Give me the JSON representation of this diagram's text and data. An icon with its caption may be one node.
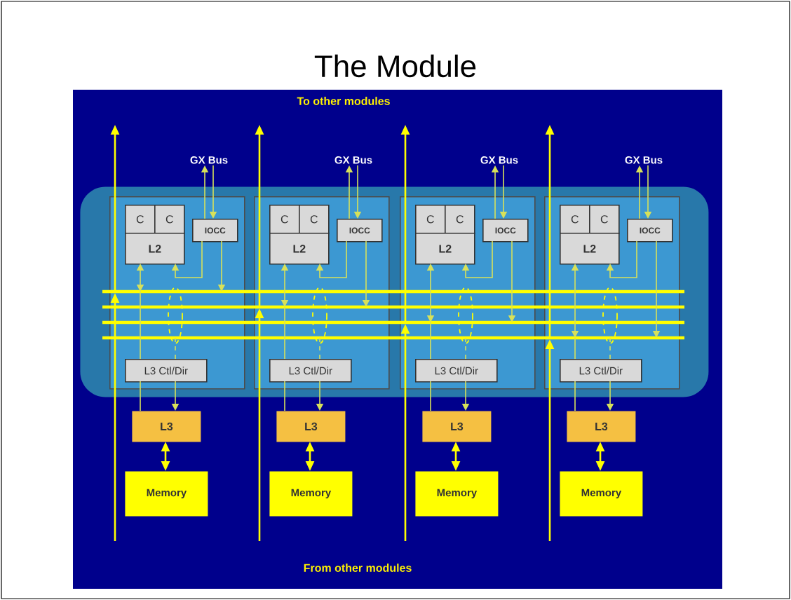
{
  "diagram": {
    "title": "The Module",
    "nodes": [
      {
        "text": [],
        "shape": "box"
      },
      {
        "text": [],
        "shape": "bar",
        "in": 0
      },
      {
        "text": [],
        "shape": "box",
        "in": 0
      },
      {
        "text": [
          "C"
        ],
        "in": 2
      },
      {
        "text": [
          "C"
        ],
        "in": 2
      },
      {
        "text": [
          "L2"
        ],
        "in": 2
      },
      {
        "text": [
          "IOCC"
        ],
        "in": 2
      },
      {
        "text": [
          "L3 Ctl/Dir"
        ],
        "in": 2
      },
      {
        "text": [
          "L3"
        ]
      },
      {
        "text": [
          "Memory"
        ]
      },
      {
        "text": [
          "GX Bus"
        ]
      },
      {
        "text": [],
        "shape": "box",
        "in": 0
      },
      {
        "text": [
          "C"
        ],
        "in": 11
      },
      {
        "text": [
          "C"
        ],
        "in": 11
      },
      {
        "text": [
          "L2"
        ],
        "in": 11
      },
      {
        "text": [
          "IOCC"
        ],
        "in": 11
      },
      {
        "text": [
          "L3 Ctl/Dir"
        ],
        "in": 11
      },
      {
        "text": [
          "L3"
        ]
      },
      {
        "text": [
          "Memory"
        ]
      },
      {
        "text": [
          "GX Bus"
        ]
      },
      {
        "text": [],
        "shape": "box",
        "in": 0
      },
      {
        "text": [
          "C"
        ],
        "in": 20
      },
      {
        "text": [
          "C"
        ],
        "in": 20
      },
      {
        "text": [
          "L2"
        ],
        "in": 20
      },
      {
        "text": [
          "IOCC"
        ],
        "in": 20
      },
      {
        "text": [
          "L3 Ctl/Dir"
        ],
        "in": 20
      },
      {
        "text": [
          "L3"
        ]
      },
      {
        "text": [
          "Memory"
        ]
      },
      {
        "text": [
          "GX Bus"
        ]
      },
      {
        "text": [],
        "shape": "box",
        "in": 0
      },
      {
        "text": [
          "C"
        ],
        "in": 29
      },
      {
        "text": [
          "C"
        ],
        "in": 29
      },
      {
        "text": [
          "L2"
        ],
        "in": 29
      },
      {
        "text": [
          "IOCC"
        ],
        "in": 29
      },
      {
        "text": [
          "L3 Ctl/Dir"
        ],
        "in": 29
      },
      {
        "text": [
          "L3"
        ]
      },
      {
        "text": [
          "Memory"
        ]
      },
      {
        "text": [
          "GX Bus"
        ]
      }
    ],
    "edges": [
      {
        "from": 6,
        "to": 10,
        "arrow": "to"
      },
      {
        "from": 10,
        "to": 6,
        "arrow": "to"
      },
      {
        "from": 6,
        "to": 5,
        "arrow": "to"
      },
      {
        "from": 6,
        "to": 1,
        "arrow": "to"
      },
      {
        "from": 5,
        "to": 1,
        "arrow": "both"
      },
      {
        "from": 1,
        "to": 7,
        "arrow": "none"
      },
      {
        "from": 1,
        "to": 7,
        "arrow": "none",
        "style": "dashed"
      },
      {
        "from": 7,
        "to": 8,
        "arrow": "none"
      },
      {
        "from": 7,
        "to": 8,
        "arrow": "to"
      },
      {
        "from": 8,
        "to": 9,
        "arrow": "both"
      },
      {
        "from": null,
        "to": 1,
        "arrow": "to"
      },
      {
        "from": 1,
        "to": null,
        "arrow": "to"
      },
      {
        "from": 15,
        "to": 19,
        "arrow": "to"
      },
      {
        "from": 19,
        "to": 15,
        "arrow": "to"
      },
      {
        "from": 15,
        "to": 14,
        "arrow": "to"
      },
      {
        "from": 15,
        "to": 1,
        "arrow": "to"
      },
      {
        "from": 14,
        "to": 1,
        "arrow": "both"
      },
      {
        "from": 1,
        "to": 16,
        "arrow": "none"
      },
      {
        "from": 1,
        "to": 16,
        "arrow": "none",
        "style": "dashed"
      },
      {
        "from": 16,
        "to": 17,
        "arrow": "none"
      },
      {
        "from": 16,
        "to": 17,
        "arrow": "to"
      },
      {
        "from": 17,
        "to": 18,
        "arrow": "both"
      },
      {
        "from": null,
        "to": 1,
        "arrow": "to"
      },
      {
        "from": 1,
        "to": null,
        "arrow": "to"
      },
      {
        "from": 24,
        "to": 28,
        "arrow": "to"
      },
      {
        "from": 28,
        "to": 24,
        "arrow": "to"
      },
      {
        "from": 24,
        "to": 23,
        "arrow": "to"
      },
      {
        "from": 24,
        "to": 1,
        "arrow": "to"
      },
      {
        "from": 23,
        "to": 1,
        "arrow": "both"
      },
      {
        "from": 1,
        "to": 25,
        "arrow": "none"
      },
      {
        "from": 1,
        "to": 25,
        "arrow": "none",
        "style": "dashed"
      },
      {
        "from": 25,
        "to": 26,
        "arrow": "none"
      },
      {
        "from": 25,
        "to": 26,
        "arrow": "to"
      },
      {
        "from": 26,
        "to": 27,
        "arrow": "both"
      },
      {
        "from": null,
        "to": 1,
        "arrow": "to"
      },
      {
        "from": 1,
        "to": null,
        "arrow": "to"
      },
      {
        "from": 33,
        "to": 37,
        "arrow": "to"
      },
      {
        "from": 37,
        "to": 33,
        "arrow": "to"
      },
      {
        "from": 33,
        "to": 32,
        "arrow": "to"
      },
      {
        "from": 33,
        "to": 1,
        "arrow": "to"
      },
      {
        "from": 32,
        "to": 1,
        "arrow": "both"
      },
      {
        "from": 1,
        "to": 34,
        "arrow": "none"
      },
      {
        "from": 1,
        "to": 34,
        "arrow": "none",
        "style": "dashed"
      },
      {
        "from": 34,
        "to": 35,
        "arrow": "none"
      },
      {
        "from": 34,
        "to": 35,
        "arrow": "to"
      },
      {
        "from": 35,
        "to": 36,
        "arrow": "both"
      },
      {
        "from": null,
        "to": 1,
        "arrow": "to"
      },
      {
        "from": 1,
        "to": null,
        "arrow": "to"
      }
    ],
    "labels": [
      "To other modules",
      "From other modules"
    ]
  }
}
